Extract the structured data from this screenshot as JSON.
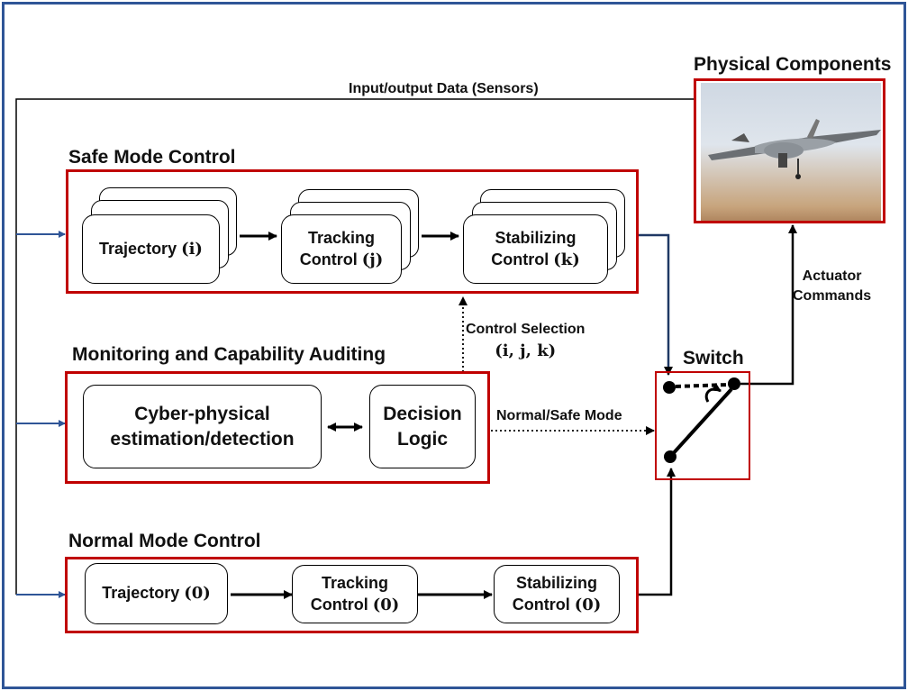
{
  "physical": {
    "title": "Physical Components"
  },
  "sensors": {
    "label": "Input/output Data (Sensors)"
  },
  "actuator": {
    "line1": "Actuator",
    "line2": "Commands"
  },
  "safe": {
    "title": "Safe Mode Control",
    "trajectory": {
      "name": "Trajectory ",
      "idx": "(i)"
    },
    "tracking": {
      "line1": "Tracking",
      "name": "Control ",
      "idx": "(j)"
    },
    "stabilizing": {
      "line1": "Stabilizing",
      "name": "Control ",
      "idx": "(k)"
    }
  },
  "control_selection": {
    "label": "Control Selection",
    "indices": "(i, j, k)"
  },
  "monitoring": {
    "title": "Monitoring and Capability Auditing",
    "cyber": {
      "line1": "Cyber-physical",
      "line2": "estimation/detection"
    },
    "decision": {
      "line1": "Decision",
      "line2": "Logic"
    }
  },
  "normal_safe": {
    "label": "Normal/Safe Mode"
  },
  "switch": {
    "title": "Switch"
  },
  "normal": {
    "title": "Normal Mode Control",
    "trajectory": {
      "name": "Trajectory ",
      "idx": "(0)"
    },
    "tracking": {
      "line1": "Tracking",
      "name": "Control ",
      "idx": "(0)"
    },
    "stabilizing": {
      "line1": "Stabilizing",
      "name": "Control ",
      "idx": "(0)"
    }
  },
  "colors": {
    "frame": "#2f5597",
    "group_border": "#c00000",
    "input_arrows": "#2f5597"
  },
  "image": {
    "subject": "drone-photo"
  }
}
